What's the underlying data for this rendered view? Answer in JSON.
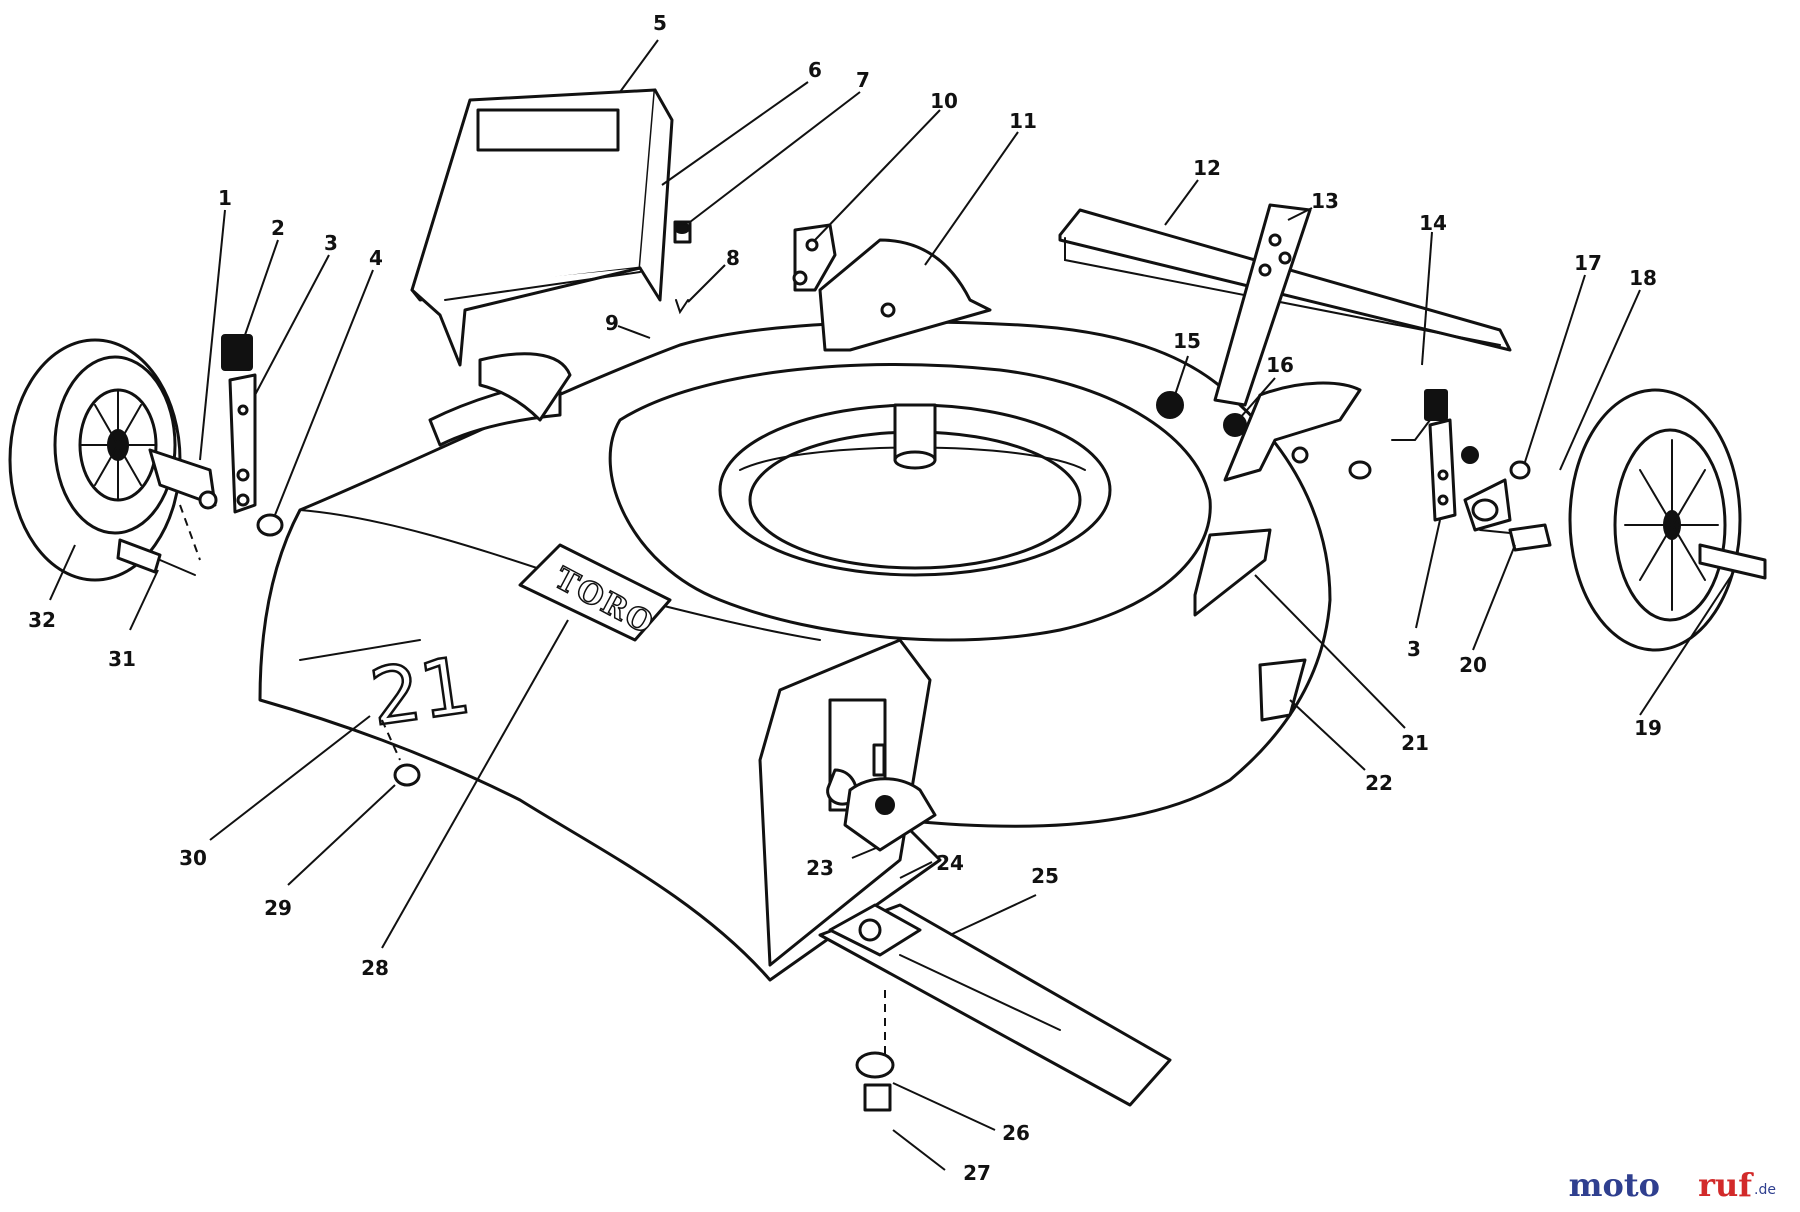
{
  "diagram": {
    "deck_brand": "TORO",
    "deck_size_mark": "21",
    "callouts": [
      "1",
      "2",
      "3",
      "4",
      "5",
      "6",
      "7",
      "8",
      "9",
      "10",
      "11",
      "12",
      "13",
      "14",
      "15",
      "16",
      "17",
      "18",
      "19",
      "20",
      "3",
      "21",
      "22",
      "23",
      "24",
      "25",
      "26",
      "27",
      "28",
      "29",
      "30",
      "31",
      "32"
    ]
  },
  "watermark": {
    "part1": "moto",
    "part2": "ruf",
    "suffix": ".de"
  }
}
